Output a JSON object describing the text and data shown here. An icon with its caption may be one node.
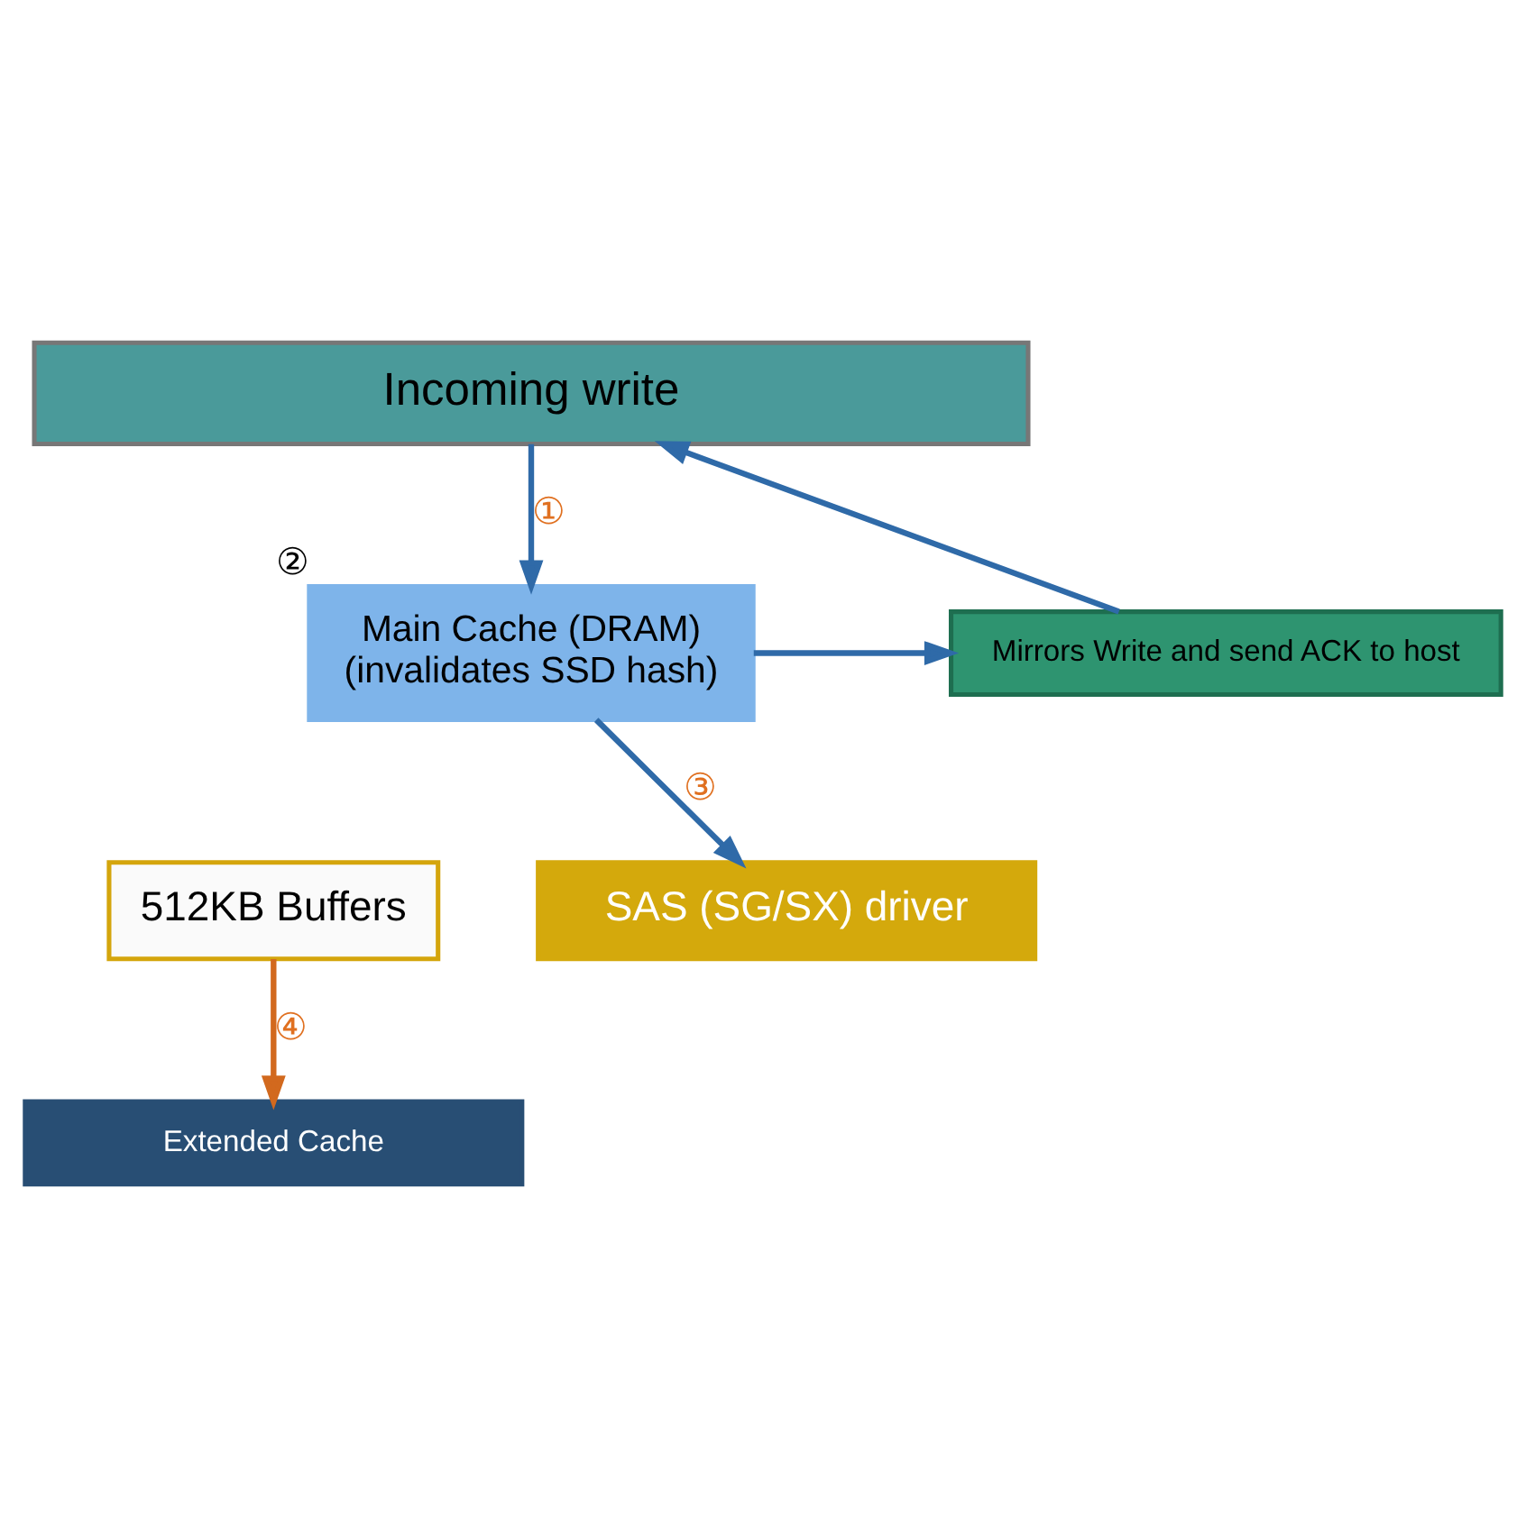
{
  "diagram": {
    "nodes": [
      {
        "text": [
          "Incoming write"
        ]
      },
      {
        "text": [
          "Main Cache (DRAM)",
          "(invalidates SSD hash)"
        ],
        "beside": [
          "②"
        ]
      },
      {
        "text": [
          "512KB Buffers"
        ]
      },
      {
        "text": [
          "Mirrors Write and send ACK to host"
        ]
      },
      {
        "text": [
          "Extended Cache"
        ]
      },
      {
        "text": [
          "SAS (SG/SX) driver"
        ]
      }
    ],
    "edges": [
      {
        "from": 0,
        "to": 1,
        "arrow": "to",
        "label": "①"
      },
      {
        "from": 1,
        "to": 3,
        "arrow": "to"
      },
      {
        "from": 3,
        "to": 0,
        "arrow": "to"
      },
      {
        "from": 2,
        "to": 4,
        "arrow": "to",
        "label": "④",
        "color": "#d2691e"
      },
      {
        "from": 1,
        "to": 5,
        "arrow": "to",
        "label": "③"
      }
    ]
  }
}
